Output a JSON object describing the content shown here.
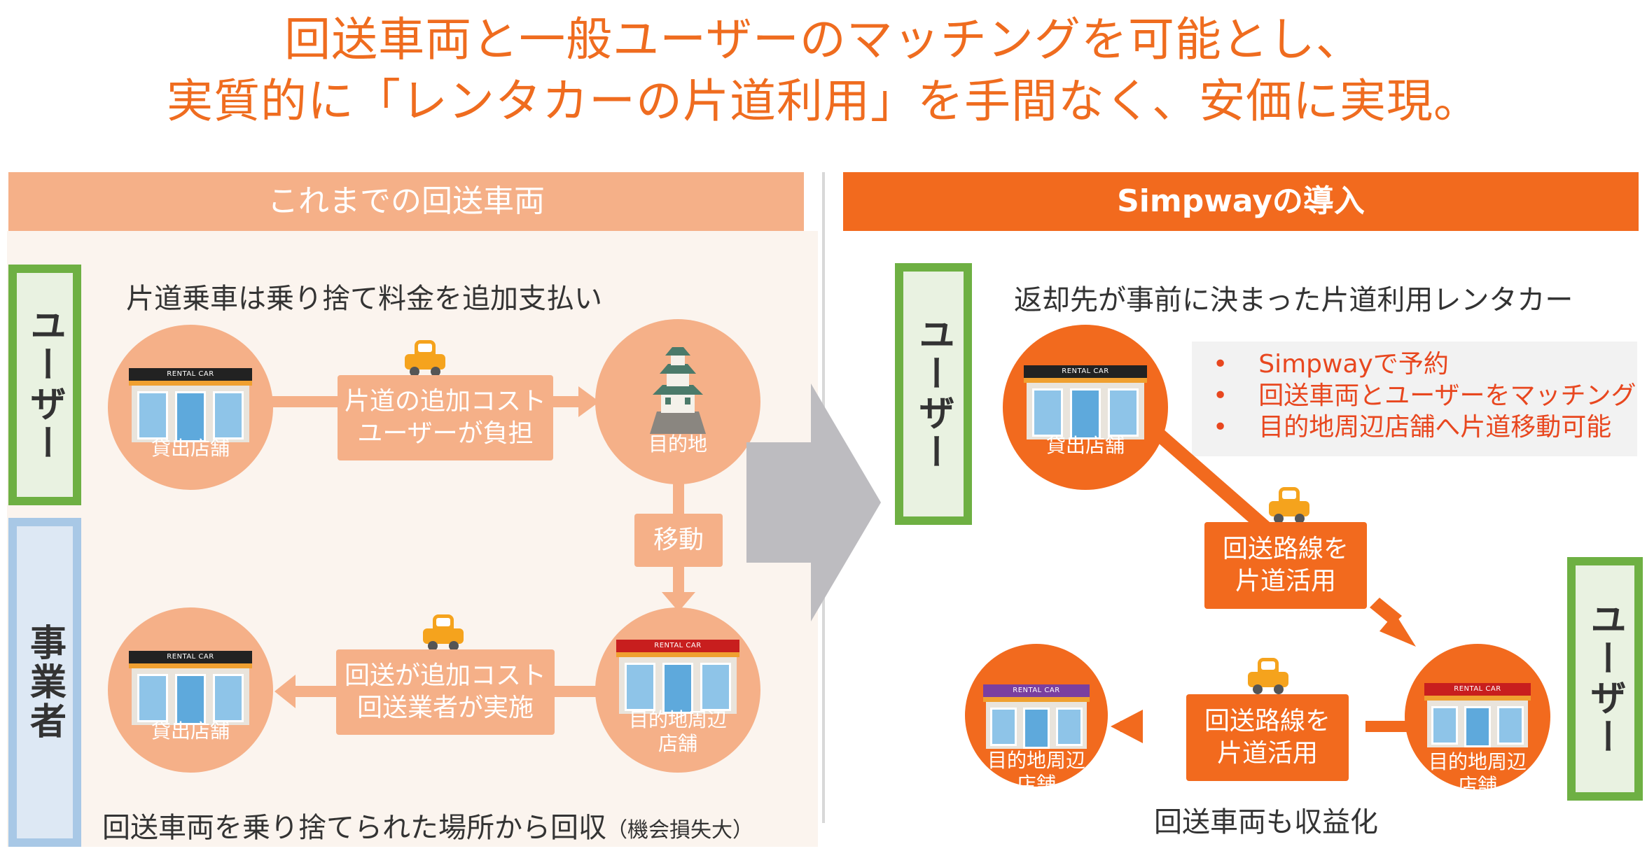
{
  "headline": {
    "line1": "回送車両と一般ユーザーのマッチングを可能とし、",
    "line2": "実質的に「レンタカーの片道利用」を手間なく、安価に実現。"
  },
  "left": {
    "header": "これまでの回送車両",
    "label_user": "ユーザー",
    "label_operator": "事業者",
    "caption_top": "片道乗車は乗り捨て料金を追加支払い",
    "caption_bottom": "回送車両を乗り捨てられた場所から回収",
    "caption_bottom_note": "（機会損失大）",
    "store_top": "貸出店舗",
    "destination": "目的地",
    "box_top": [
      "片道の追加コスト",
      "ユーザーが負担"
    ],
    "move": "移動",
    "box_bottom": [
      "回送が追加コスト",
      "回送業者が実施"
    ],
    "store_bottom_left": "貸出店舗",
    "store_bottom_right": [
      "目的地周辺",
      "店舗"
    ]
  },
  "right": {
    "header": "Simpwayの導入",
    "label_user_left": "ユーザー",
    "label_user_right": "ユーザー",
    "caption_top": "返却先が事前に決まった片道利用レンタカー",
    "caption_bottom": "回送車両も収益化",
    "bullets": [
      "Simpwayで予約",
      "回送車両とユーザーをマッチング",
      "目的地周辺店舗へ片道移動可能"
    ],
    "store_top": "貸出店舗",
    "box_middle": [
      "回送路線を",
      "片道活用"
    ],
    "box_bottom": [
      "回送路線を",
      "片道活用"
    ],
    "store_bottom_left": [
      "目的地周辺",
      "店舗"
    ],
    "store_bottom_right": [
      "目的地周辺",
      "店舗"
    ]
  },
  "store_sign": "RENTAL CAR",
  "colors": {
    "accent": "#f26a1e",
    "accent_light": "#f5b088",
    "green": "#6eb043",
    "blue": "#a8c8e6",
    "arrow_gray": "#bdbcc0"
  }
}
